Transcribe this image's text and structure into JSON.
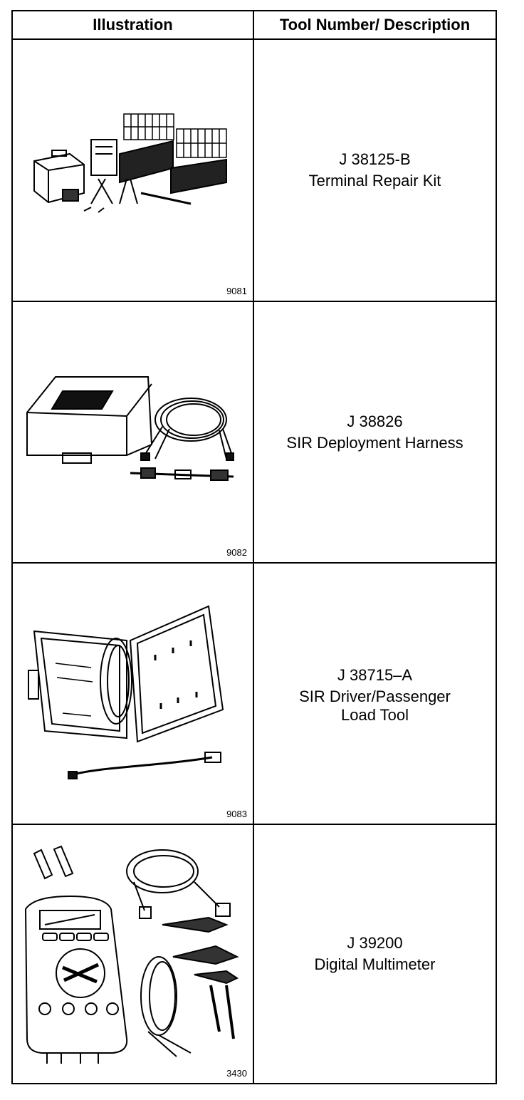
{
  "header": {
    "illustration": "Illustration",
    "tool_desc": "Tool Number/ Description"
  },
  "rows": [
    {
      "fig": "9081",
      "number": "J 38125-B",
      "desc1": "Terminal Repair Kit",
      "desc2": "",
      "icon": "terminal-repair-kit-icon"
    },
    {
      "fig": "9082",
      "number": "J 38826",
      "desc1": "SIR Deployment Harness",
      "desc2": "",
      "icon": "deployment-harness-icon"
    },
    {
      "fig": "9083",
      "number": "J 38715–A",
      "desc1": "SIR Driver/Passenger",
      "desc2": "Load Tool",
      "icon": "load-tool-icon"
    },
    {
      "fig": "3430",
      "number": "J 39200",
      "desc1": "Digital Multimeter",
      "desc2": "",
      "icon": "multimeter-icon"
    }
  ]
}
